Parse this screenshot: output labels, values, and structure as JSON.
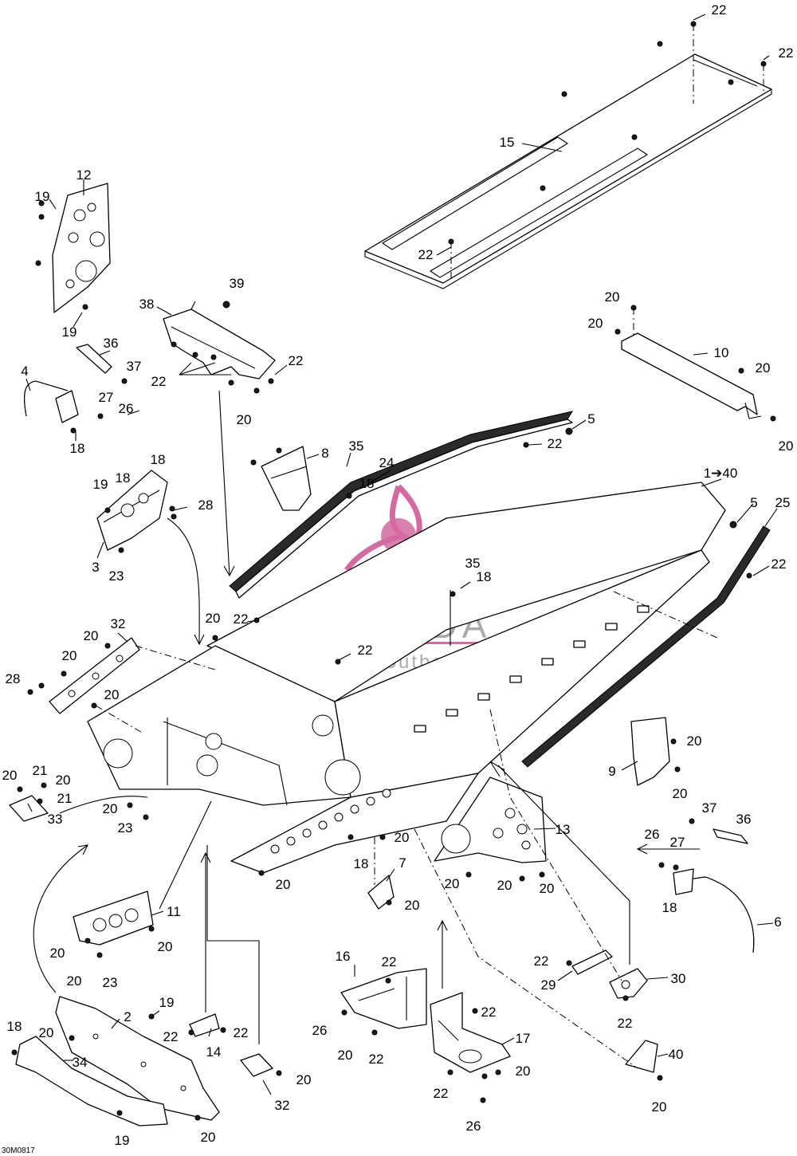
{
  "figure_id": "30M0817",
  "watermark": {
    "title": "ARMADA",
    "subtitle": "marine outboards",
    "color": "#d46aa0"
  },
  "callouts": [
    {
      "id": "c1",
      "text": "22"
    },
    {
      "id": "c2",
      "text": "22"
    },
    {
      "id": "c3",
      "text": "15"
    },
    {
      "id": "c4",
      "text": "22"
    },
    {
      "id": "c5",
      "text": "12"
    },
    {
      "id": "c6",
      "text": "19"
    },
    {
      "id": "c7",
      "text": "19"
    },
    {
      "id": "c8",
      "text": "39"
    },
    {
      "id": "c9",
      "text": "38"
    },
    {
      "id": "c10",
      "text": "22"
    },
    {
      "id": "c11",
      "text": "22"
    },
    {
      "id": "c12",
      "text": "20"
    },
    {
      "id": "c13",
      "text": "20"
    },
    {
      "id": "c14",
      "text": "10"
    },
    {
      "id": "c15",
      "text": "20"
    },
    {
      "id": "c16",
      "text": "20"
    },
    {
      "id": "c17",
      "text": "4"
    },
    {
      "id": "c18",
      "text": "36"
    },
    {
      "id": "c19",
      "text": "37"
    },
    {
      "id": "c20",
      "text": "27"
    },
    {
      "id": "c21",
      "text": "26"
    },
    {
      "id": "c22",
      "text": "18"
    },
    {
      "id": "c23",
      "text": "5"
    },
    {
      "id": "c24",
      "text": "22"
    },
    {
      "id": "c25",
      "text": "20"
    },
    {
      "id": "c26",
      "text": "8"
    },
    {
      "id": "c27",
      "text": "35"
    },
    {
      "id": "c28",
      "text": "18"
    },
    {
      "id": "c29",
      "text": "24"
    },
    {
      "id": "c30",
      "text": "1➔40"
    },
    {
      "id": "c31",
      "text": "5"
    },
    {
      "id": "c32",
      "text": "25"
    },
    {
      "id": "c33",
      "text": "18"
    },
    {
      "id": "c34",
      "text": "19"
    },
    {
      "id": "c35",
      "text": "18"
    },
    {
      "id": "c36",
      "text": "28"
    },
    {
      "id": "c37",
      "text": "3"
    },
    {
      "id": "c38",
      "text": "23"
    },
    {
      "id": "c39",
      "text": "22"
    },
    {
      "id": "c40",
      "text": "35"
    },
    {
      "id": "c41",
      "text": "18"
    },
    {
      "id": "c42",
      "text": "20"
    },
    {
      "id": "c43",
      "text": "22"
    },
    {
      "id": "c44",
      "text": "32"
    },
    {
      "id": "c45",
      "text": "20"
    },
    {
      "id": "c46",
      "text": "20"
    },
    {
      "id": "c47",
      "text": "28"
    },
    {
      "id": "c48",
      "text": "20"
    },
    {
      "id": "c49",
      "text": "22"
    },
    {
      "id": "c50",
      "text": "20"
    },
    {
      "id": "c51",
      "text": "21"
    },
    {
      "id": "c52",
      "text": "20"
    },
    {
      "id": "c53",
      "text": "21"
    },
    {
      "id": "c54",
      "text": "33"
    },
    {
      "id": "c55",
      "text": "20"
    },
    {
      "id": "c56",
      "text": "23"
    },
    {
      "id": "c57",
      "text": "20"
    },
    {
      "id": "c58",
      "text": "9"
    },
    {
      "id": "c59",
      "text": "20"
    },
    {
      "id": "c60",
      "text": "20"
    },
    {
      "id": "c61",
      "text": "13"
    },
    {
      "id": "c62",
      "text": "37"
    },
    {
      "id": "c63",
      "text": "36"
    },
    {
      "id": "c64",
      "text": "26"
    },
    {
      "id": "c65",
      "text": "27"
    },
    {
      "id": "c66",
      "text": "18"
    },
    {
      "id": "c67",
      "text": "6"
    },
    {
      "id": "c68",
      "text": "18"
    },
    {
      "id": "c69",
      "text": "20"
    },
    {
      "id": "c70",
      "text": "7"
    },
    {
      "id": "c71",
      "text": "20"
    },
    {
      "id": "c72",
      "text": "20"
    },
    {
      "id": "c73",
      "text": "20"
    },
    {
      "id": "c74",
      "text": "20"
    },
    {
      "id": "c75",
      "text": "11"
    },
    {
      "id": "c76",
      "text": "20"
    },
    {
      "id": "c77",
      "text": "20"
    },
    {
      "id": "c78",
      "text": "20"
    },
    {
      "id": "c79",
      "text": "23"
    },
    {
      "id": "c80",
      "text": "16"
    },
    {
      "id": "c81",
      "text": "22"
    },
    {
      "id": "c82",
      "text": "22"
    },
    {
      "id": "c83",
      "text": "29"
    },
    {
      "id": "c84",
      "text": "30"
    },
    {
      "id": "c85",
      "text": "26"
    },
    {
      "id": "c86",
      "text": "20"
    },
    {
      "id": "c87",
      "text": "22"
    },
    {
      "id": "c88",
      "text": "22"
    },
    {
      "id": "c89",
      "text": "22"
    },
    {
      "id": "c90",
      "text": "17"
    },
    {
      "id": "c91",
      "text": "20"
    },
    {
      "id": "c92",
      "text": "22"
    },
    {
      "id": "c93",
      "text": "40"
    },
    {
      "id": "c94",
      "text": "20"
    },
    {
      "id": "c95",
      "text": "26"
    },
    {
      "id": "c96",
      "text": "19"
    },
    {
      "id": "c97",
      "text": "22"
    },
    {
      "id": "c98",
      "text": "14"
    },
    {
      "id": "c99",
      "text": "22"
    },
    {
      "id": "c100",
      "text": "2"
    },
    {
      "id": "c101",
      "text": "18"
    },
    {
      "id": "c102",
      "text": "20"
    },
    {
      "id": "c103",
      "text": "34"
    },
    {
      "id": "c104",
      "text": "20"
    },
    {
      "id": "c105",
      "text": "32"
    },
    {
      "id": "c106",
      "text": "19"
    },
    {
      "id": "c107",
      "text": "20"
    }
  ]
}
